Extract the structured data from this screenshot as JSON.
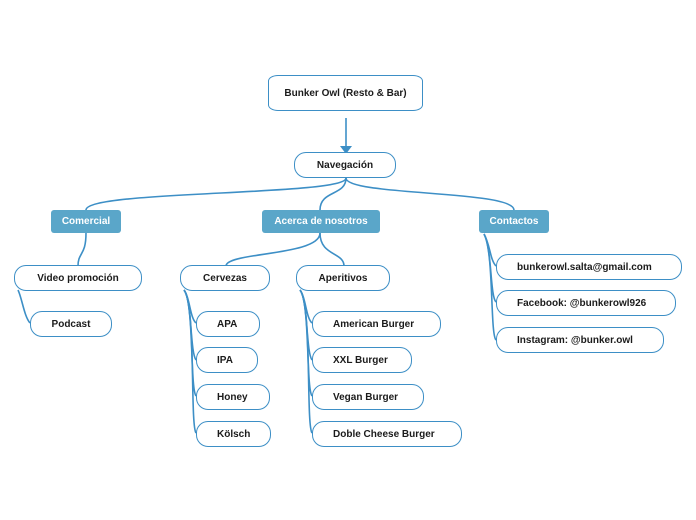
{
  "root": "Bunker Owl (Resto & Bar)",
  "nav": "Navegación",
  "branches": {
    "comercial": {
      "label": "Comercial",
      "items": [
        "Video promoción",
        "Podcast"
      ]
    },
    "acerca": {
      "label": "Acerca de nosotros",
      "cervezas": {
        "label": "Cervezas",
        "items": [
          "APA",
          "IPA",
          "Honey",
          "Kölsch"
        ]
      },
      "aperitivos": {
        "label": "Aperitivos",
        "items": [
          "American Burger",
          "XXL Burger",
          "Vegan Burger",
          "Doble Cheese Burger"
        ]
      }
    },
    "contactos": {
      "label": "Contactos",
      "items": [
        "bunkerowl.salta@gmail.com",
        "Facebook: @bunkerowl926",
        "Instagram: @bunker.owl"
      ]
    }
  },
  "colors": {
    "line": "#3d8fc6",
    "branch_fill": "#5aa6c9",
    "text": "#1b1b1b"
  }
}
